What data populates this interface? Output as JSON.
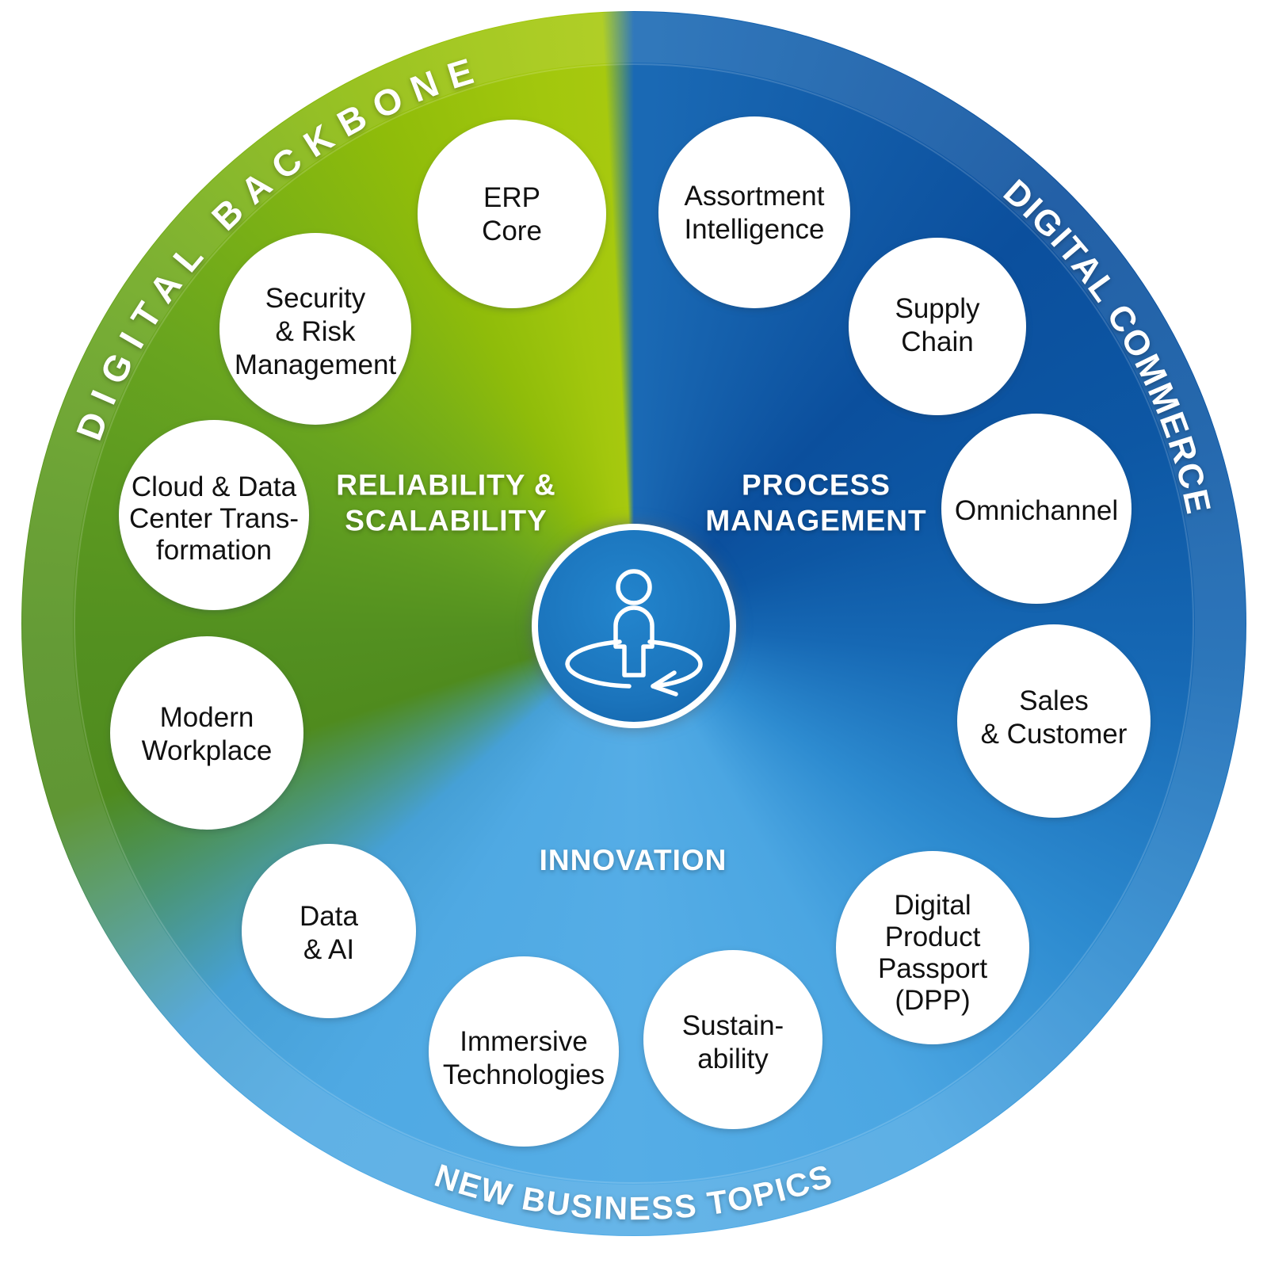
{
  "wheel": {
    "ring_labels": {
      "backbone": "DIGITAL BACKBONE",
      "commerce": "DIGITAL COMMERCE",
      "new_business": "NEW BUSINESS TOPICS"
    },
    "sectors": {
      "reliability": {
        "lines": [
          "RELIABILITY &",
          "SCALABILITY"
        ]
      },
      "process": {
        "lines": [
          "PROCESS",
          "MANAGEMENT"
        ]
      },
      "innovation": {
        "lines": [
          "INNOVATION"
        ]
      }
    },
    "topics": [
      {
        "id": "erp-core",
        "lines": [
          "ERP",
          "Core"
        ]
      },
      {
        "id": "assortment-intelligence",
        "lines": [
          "Assortment",
          "Intelligence"
        ]
      },
      {
        "id": "supply-chain",
        "lines": [
          "Supply",
          "Chain"
        ]
      },
      {
        "id": "omnichannel",
        "lines": [
          "Omnichannel"
        ]
      },
      {
        "id": "sales-customer",
        "lines": [
          "Sales",
          "& Customer"
        ]
      },
      {
        "id": "digital-product-passport",
        "lines": [
          "Digital",
          "Product",
          "Passport",
          "(DPP)"
        ]
      },
      {
        "id": "sustainability",
        "lines": [
          "Sustain-",
          "ability"
        ]
      },
      {
        "id": "immersive-technologies",
        "lines": [
          "Immersive",
          "Technologies"
        ]
      },
      {
        "id": "data-ai",
        "lines": [
          "Data",
          "& AI"
        ]
      },
      {
        "id": "modern-workplace",
        "lines": [
          "Modern",
          "Workplace"
        ]
      },
      {
        "id": "cloud-data-center-transformation",
        "lines": [
          "Cloud & Data",
          "Center Trans-",
          "formation"
        ]
      },
      {
        "id": "security-risk-management",
        "lines": [
          "Security",
          "& Risk",
          "Management"
        ]
      }
    ],
    "center": {
      "icon": "person-360-rotation-icon"
    },
    "colors": {
      "green_dark": "#4f8b1e",
      "green_bright": "#a7c90e",
      "blue_dark": "#0b4f9d",
      "blue": "#1a69b4",
      "blue_light": "#55ade6",
      "hub_fill": "#1b76bd",
      "topic_fill": "#ffffff",
      "topic_text": "#111111",
      "label_text": "#ffffff"
    }
  }
}
